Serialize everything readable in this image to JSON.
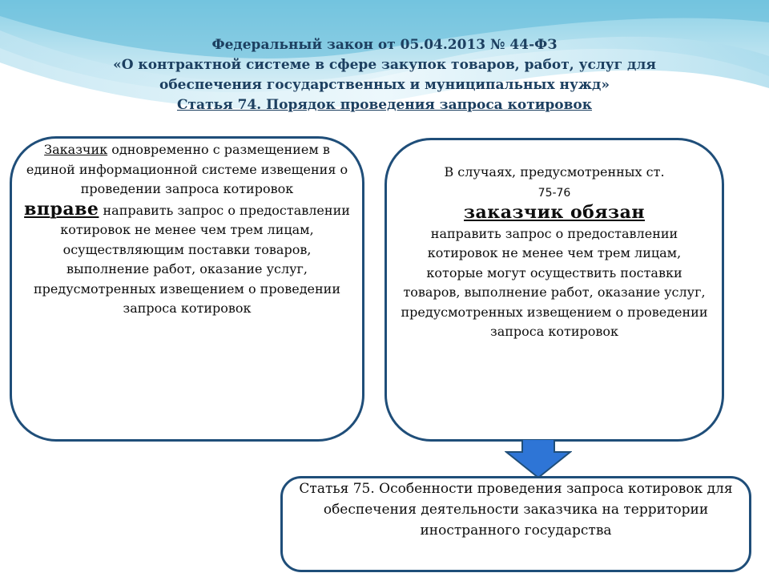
{
  "header": {
    "line1": "Федеральный закон от 05.04.2013 № 44-ФЗ",
    "line2": "«О контрактной системе в сфере закупок товаров, работ, услуг для",
    "line3": "обеспечения государственных и муниципальных нужд»",
    "line4": "Статья 74. Порядок проведения запроса котировок"
  },
  "left_box": {
    "subject": "Заказчик",
    "text1": " одновременно с размещением в единой информационной системе извещения о проведении запроса котировок",
    "keyword": "вправе",
    "text2": " направить запрос о предоставлении котировок не менее чем трем лицам, осуществляющим поставки товаров, выполнение работ, оказание услуг, предусмотренных извещением о проведении запроса котировок"
  },
  "right_box": {
    "text1": "В случаях, предусмотренных ст.",
    "articles": "75-76",
    "keyword": "заказчик обязан",
    "text2": "направить запрос о предоставлении котировок не менее чем трем лицам, которые могут осуществить поставки товаров, выполнение работ, оказание услуг, предусмотренных извещением о проведении запроса котировок"
  },
  "bottom_box": {
    "text": "Статья 75. Особенности проведения запроса котировок для обеспечения деятельности заказчика на территории иностранного государства"
  },
  "colors": {
    "border": "#1f4e79",
    "header_text": "#1c3f60",
    "arrow_fill": "#2e75d6"
  }
}
